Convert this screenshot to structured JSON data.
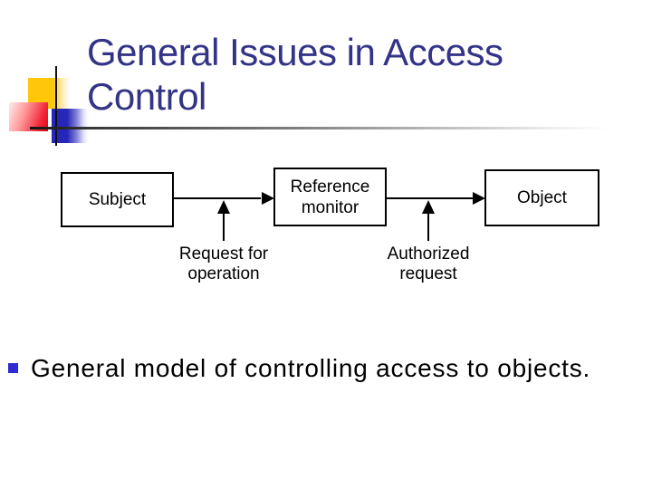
{
  "slide": {
    "title": {
      "line1": "General Issues in Access",
      "line2": "Control"
    },
    "diagram": {
      "boxes": [
        {
          "id": "subject",
          "label": "Subject"
        },
        {
          "id": "reference-monitor",
          "label": "Reference monitor"
        },
        {
          "id": "object",
          "label": "Object"
        }
      ],
      "flow_labels": [
        {
          "text": "Request for operation"
        },
        {
          "text": "Authorized request"
        }
      ]
    },
    "bullet": {
      "text": "General model of controlling access to objects."
    },
    "colors": {
      "title_text": "#333387",
      "body_text": "#000000",
      "accent_yellow": "#ffc60a",
      "accent_red": "#dd0616",
      "accent_blue": "#2626b8",
      "bullet_square": "#2e2bd3",
      "rule_gray": "#5a5a5a",
      "background": "#ffffff"
    }
  }
}
